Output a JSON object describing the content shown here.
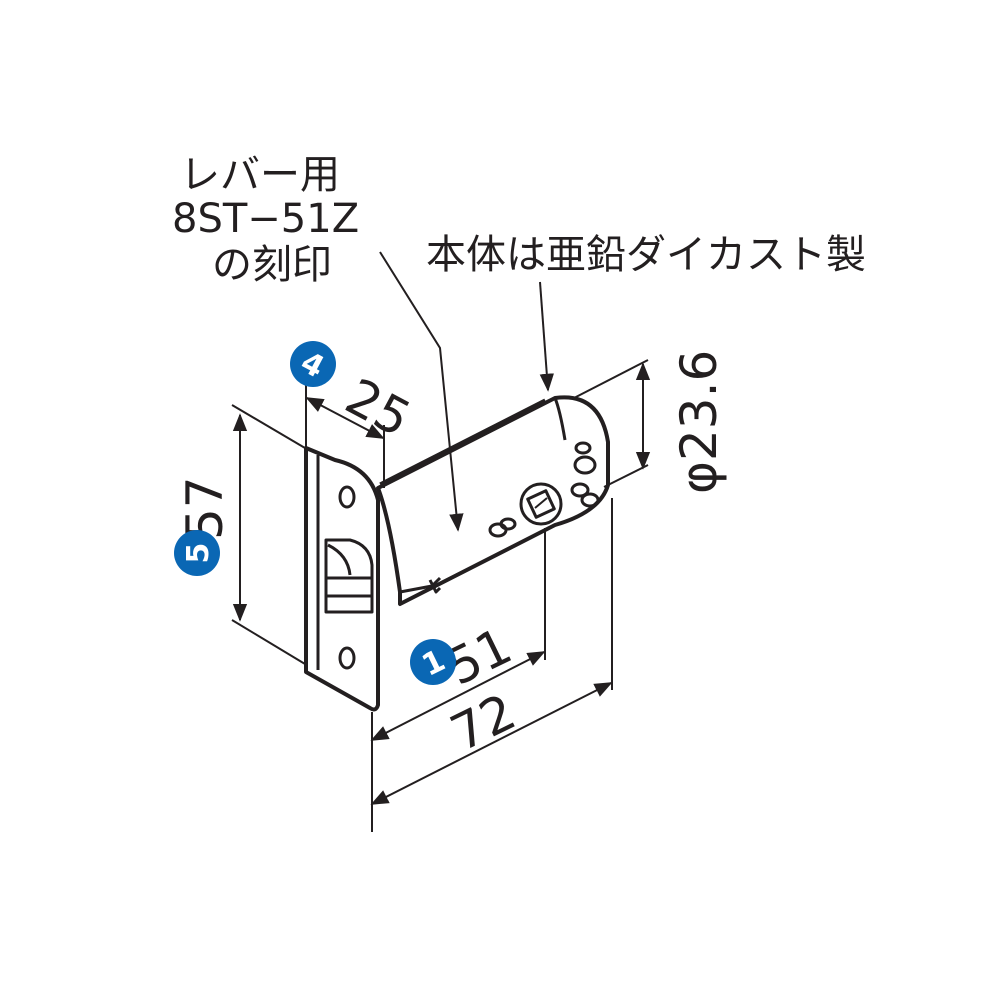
{
  "notes": {
    "engraving_line1": "レバー用",
    "engraving_line2": "8ST−51Z",
    "engraving_line3": "の刻印",
    "material": "本体は亜鉛ダイカスト製"
  },
  "dimensions": {
    "d25": "25",
    "d57": "57",
    "d51": "51",
    "d72": "72",
    "d236": "φ23.6"
  },
  "badges": {
    "b4": "4",
    "b5": "5",
    "b1": "1"
  },
  "colors": {
    "badge": "#0a67b4",
    "line": "#231f20",
    "background": "#ffffff"
  }
}
